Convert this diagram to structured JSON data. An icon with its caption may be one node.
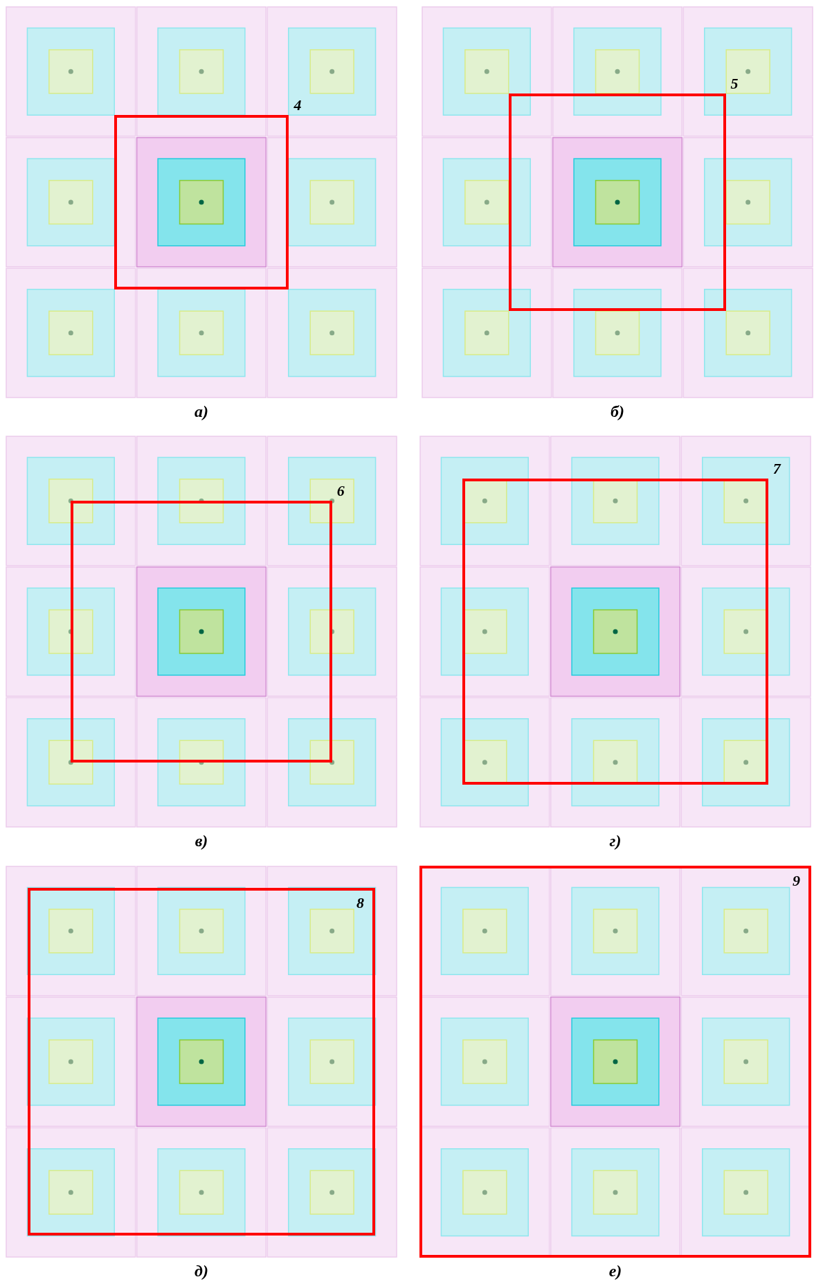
{
  "diagram": {
    "nodes": [
      {
        "text": [
          "4"
        ]
      },
      {
        "text": [
          "5"
        ]
      },
      {
        "text": [
          "6"
        ]
      },
      {
        "text": [
          "7"
        ]
      },
      {
        "text": [
          "8"
        ]
      },
      {
        "text": [
          "9"
        ]
      }
    ],
    "labels": [
      "а)",
      "б)",
      "в)",
      "г)",
      "д)",
      "е)"
    ]
  }
}
